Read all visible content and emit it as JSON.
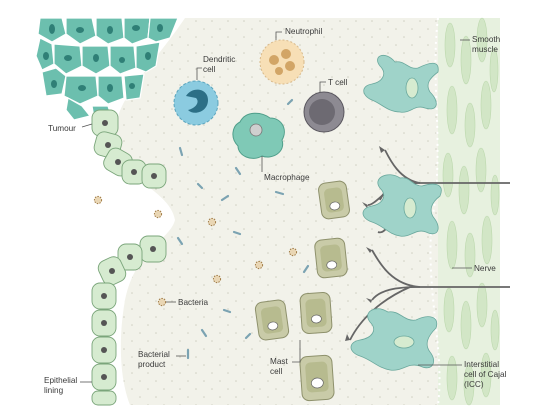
{
  "labels": {
    "tumour": "Tumour",
    "dendritic": [
      "Dendritic",
      "cell"
    ],
    "neutrophil": "Neutrophil",
    "tcell": "T cell",
    "smooth_muscle": [
      "Smooth",
      "muscle"
    ],
    "macrophage": "Macrophage",
    "nerve": "Nerve",
    "bacteria": "Bacteria",
    "bacterial_product": [
      "Bacterial",
      "product"
    ],
    "mast_cell": [
      "Mast",
      "cell"
    ],
    "icc": [
      "Interstitial",
      "cell of Cajal",
      "(ICC)"
    ],
    "epithelial": [
      "Epithelial",
      "lining"
    ]
  },
  "colors": {
    "lumen": "#ffffff",
    "tissue": "#f2f2ea",
    "dots": "#c9c9bb",
    "muscle_bg": "#e7f1df",
    "muscle_fiber": "#d2e6c6",
    "tumour_cell": "#6cbfae",
    "tumour_nucleus": "#2f7f76",
    "epithelial_cell": "#d6ebd0",
    "epithelial_stroke": "#7aa57a",
    "icc": "#9fd3c9",
    "icc_stroke": "#6aa89d",
    "dendritic": "#8bcbe0",
    "neutrophil": "#f7dfb6",
    "tcell": "#9a979f",
    "macrophage": "#7fc9b6",
    "mast_outer": "#c9cba8",
    "nerve": "#666666",
    "bacteria": "#caa774"
  }
}
